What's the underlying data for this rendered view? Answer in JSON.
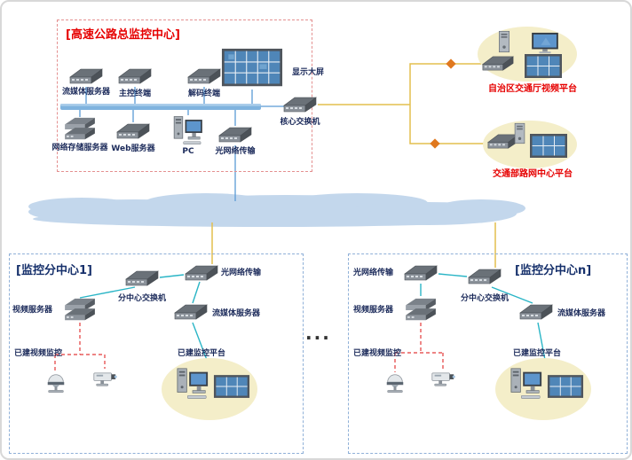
{
  "colors": {
    "accent_red": "#e60000",
    "label_navy": "#1b2a5a",
    "line_blue": "#5b9bd5",
    "line_cyan": "#2ab5c6",
    "line_yellow": "#e3bf4e",
    "line_red_dashed": "#e23a3a",
    "cloud_fill": "#c3d7ec",
    "platform_ellipse_fill": "#f4eec9",
    "bus_bar": "#7fb3de"
  },
  "main_center": {
    "title": "[高速公路总监控中心]",
    "streaming_server": "流媒体服务器",
    "master_terminal": "主控终端",
    "decoder_terminal": "解码终端",
    "display_wall": "显示大屏",
    "storage_server": "网络存储服务器",
    "web_server": "Web服务器",
    "pc": "PC",
    "optical_transport": "光网络传输",
    "core_switch": "核心交换机"
  },
  "external_platforms": {
    "region_platform": "自治区交通厅视频平台",
    "ministry_platform": "交通部路网中心平台"
  },
  "subcenter_left": {
    "title": "[监控分中心1]",
    "optical_transport": "光网络传输",
    "center_switch": "分中心交换机",
    "video_server": "视频服务器",
    "streaming_server": "流媒体服务器",
    "existing_surveillance": "已建视频监控",
    "existing_platform": "已建监控平台"
  },
  "subcenter_right": {
    "title": "[监控分中心n]",
    "optical_transport": "光网络传输",
    "center_switch": "分中心交换机",
    "video_server": "视频服务器",
    "streaming_server": "流媒体服务器",
    "existing_surveillance": "已建视频监控",
    "existing_platform": "已建监控平台"
  },
  "ellipsis": "..."
}
